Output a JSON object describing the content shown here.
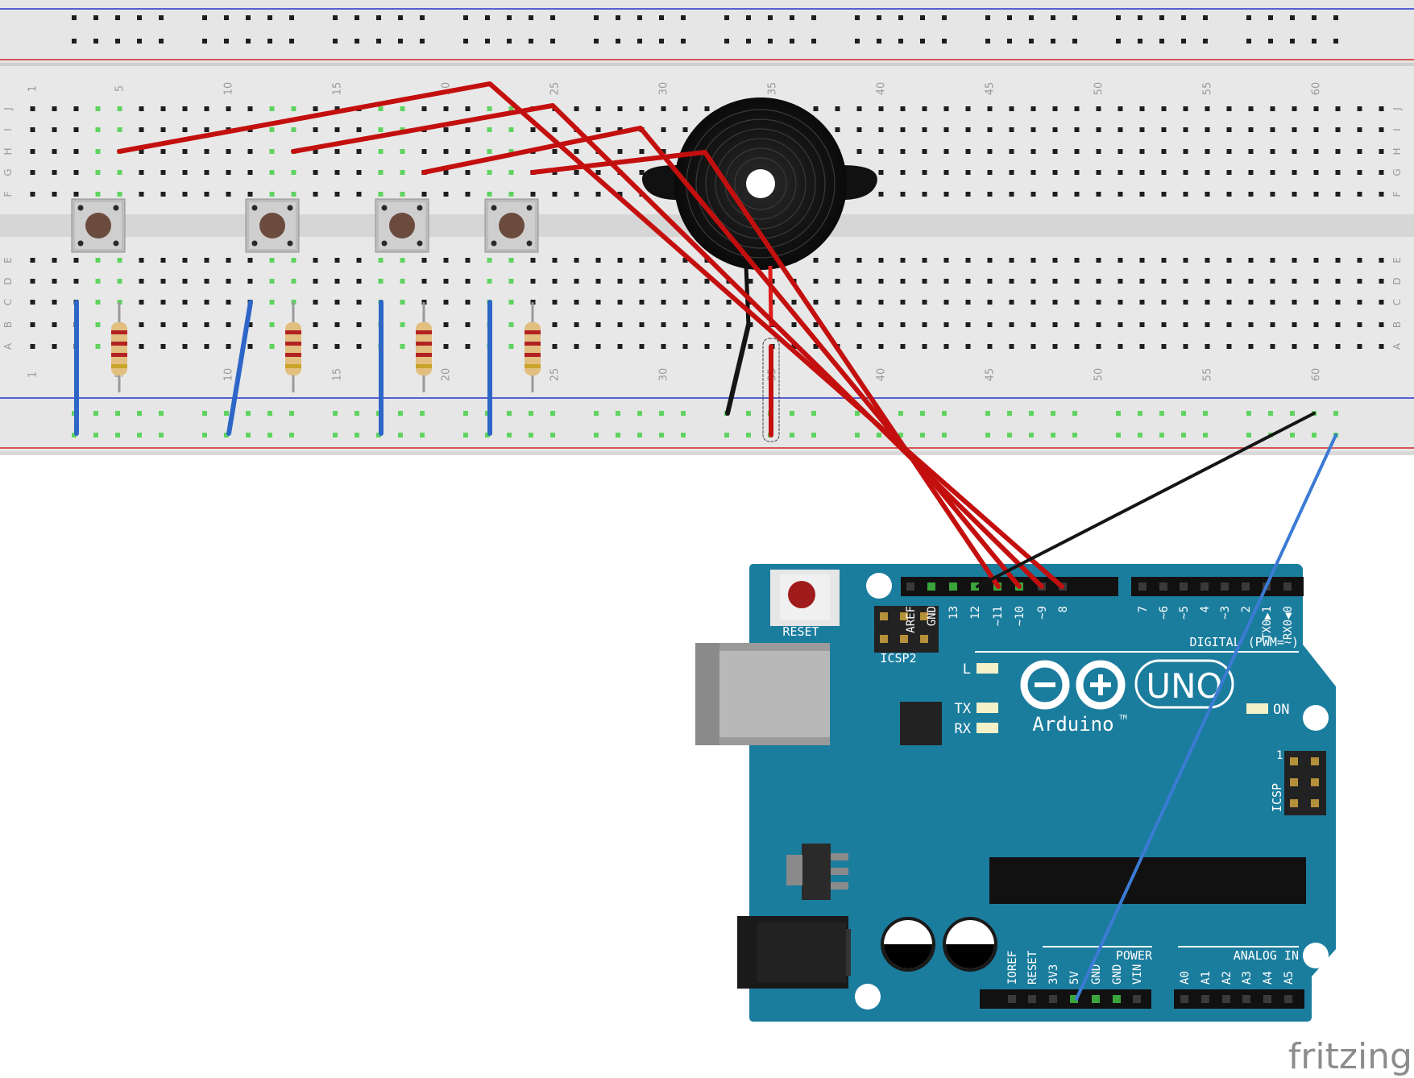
{
  "breadboard": {
    "column_numbers": [
      "1",
      "5",
      "10",
      "15",
      "20",
      "25",
      "30",
      "35",
      "40",
      "45",
      "50",
      "55",
      "60"
    ],
    "row_letters_top": [
      "J",
      "I",
      "H",
      "G",
      "F"
    ],
    "row_letters_bottom": [
      "E",
      "D",
      "C",
      "B",
      "A"
    ]
  },
  "arduino": {
    "reset_label": "RESET",
    "icsp2_label": "ICSP2",
    "icsp_label": "ICSP",
    "icsp_pin1": "1",
    "digital_label": "DIGITAL (PWM=~)",
    "logo_text": "Arduino",
    "tm": "TM",
    "uno_text": "UNO",
    "led_l": "L",
    "led_tx": "TX",
    "led_rx": "RX",
    "led_on": "ON",
    "power_label": "POWER",
    "analog_label": "ANALOG IN",
    "digital_pins": [
      "AREF",
      "GND",
      "13",
      "12",
      "~11",
      "~10",
      "~9",
      "8",
      "7",
      "~6",
      "~5",
      "4",
      "~3",
      "2",
      "TX0▶1",
      "RX0◀0"
    ],
    "power_pins": [
      "IOREF",
      "RESET",
      "3V3",
      "5V",
      "GND",
      "GND",
      "VIN"
    ],
    "analog_pins": [
      "A0",
      "A1",
      "A2",
      "A3",
      "A4",
      "A5"
    ]
  },
  "watermark": "fritzing",
  "colors": {
    "board": "#1b7d9e",
    "breadboard": "#e6e6e6",
    "wire_signal": "#c40f0f",
    "wire_power": "#3b7bd4",
    "wire_ground": "#151515",
    "rail_red": "#d22525",
    "rail_blue": "#2531c9"
  }
}
